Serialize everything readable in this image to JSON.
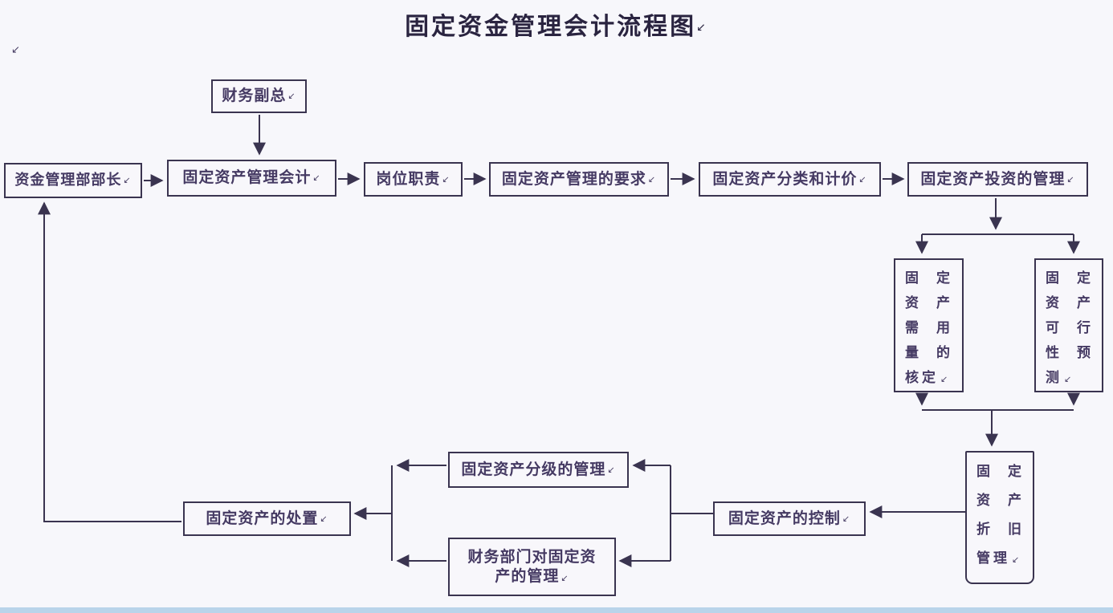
{
  "title": "固定资金管理会计流程图",
  "marks": {
    "line_break": "↙",
    "corner": "↙"
  },
  "colors": {
    "ink": "#3a3450",
    "text": "#453a63",
    "box_background": "#f8f7fb",
    "page_background": "#f7f7fb",
    "bottom_bar": "#b9d4ea"
  },
  "nodes": {
    "fund_dept_head": {
      "label": "资金管理部部长"
    },
    "fixed_asset_accountant": {
      "label": "固定资产管理会计"
    },
    "cfo_deputy": {
      "label": "财务副总"
    },
    "job_duties": {
      "label": "岗位职责"
    },
    "mgmt_requirements": {
      "label": "固定资产管理的要求"
    },
    "classification_valuation": {
      "label": "固定资产分类和计价"
    },
    "investment_mgmt": {
      "label": "固定资产投资的管理"
    },
    "demand_verification": {
      "label": "固定资产需用量的核定"
    },
    "feasibility_forecast": {
      "label": "固定资产可行性预测"
    },
    "depreciation_mgmt": {
      "label": "固定资产折旧管理"
    },
    "asset_control": {
      "label": "固定资产的控制"
    },
    "tiered_mgmt": {
      "label": "固定资产分级的管理"
    },
    "finance_dept_mgmt": {
      "label": "财务部门对固定资产的管理"
    },
    "asset_disposal": {
      "label": "固定资产的处置"
    }
  }
}
